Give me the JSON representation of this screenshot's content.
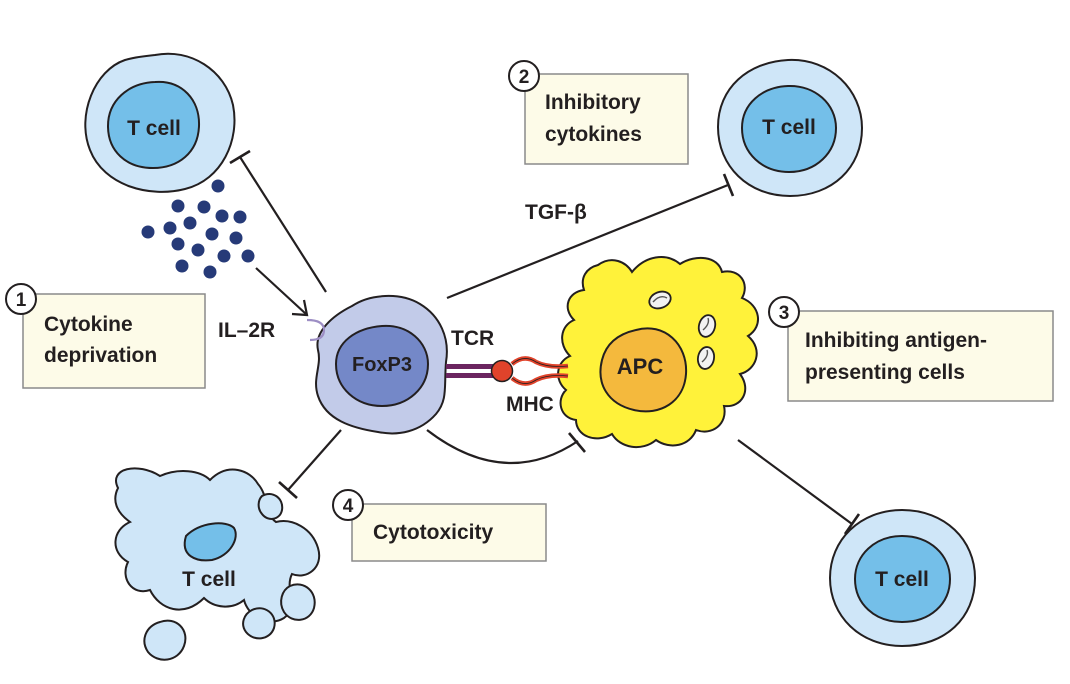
{
  "mechanisms": [
    {
      "number": "1",
      "title_lines": [
        "Cytokine",
        "deprivation"
      ]
    },
    {
      "number": "2",
      "title_lines": [
        "Inhibitory",
        "cytokines"
      ]
    },
    {
      "number": "3",
      "title_lines": [
        "Inhibiting antigen-",
        "presenting cells"
      ]
    },
    {
      "number": "4",
      "title_lines": [
        "Cytotoxicity"
      ]
    }
  ],
  "cells": {
    "treg_label": "FoxP3",
    "apc_label": "APC",
    "t_cell_label": "T cell"
  },
  "molecules": {
    "il2r": "IL–2R",
    "tcr": "TCR",
    "mhc": "MHC",
    "tgf_beta": "TGF-β"
  },
  "colors": {
    "t_cell_outer": "#cfe6f8",
    "t_cell_inner": "#74bfe9",
    "treg_outer": "#c2cbe9",
    "treg_inner": "#7488c8",
    "apc_body": "#fff23a",
    "apc_nucleus": "#f4b93d",
    "box_fill": "#fdfbe8",
    "cytokine_dot": "#263a78",
    "tcr": "#6b2560",
    "mhc": "#e0432b",
    "line": "#231f20"
  }
}
